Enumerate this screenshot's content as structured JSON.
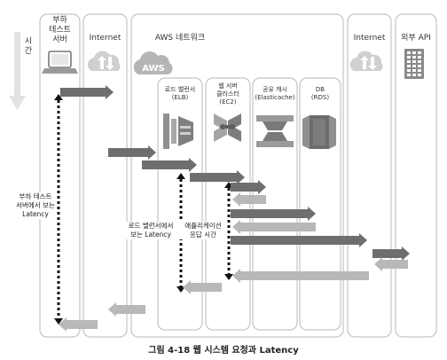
{
  "time_axis_label": "시\n간",
  "columns": [
    {
      "id": "test-server",
      "title": "부하\n테스트\n서버"
    },
    {
      "id": "internet-left",
      "title": "Internet"
    },
    {
      "id": "aws-network",
      "title": "AWS 네트워크",
      "badge": "AWS"
    },
    {
      "id": "internet-right",
      "title": "Internet"
    },
    {
      "id": "external-api",
      "title": "외부 API"
    }
  ],
  "components": [
    {
      "id": "elb",
      "title": "로드 밸런서\n(ELB)"
    },
    {
      "id": "ec2",
      "title": "웹 서버\n클러스터\n(EC2)"
    },
    {
      "id": "elasticache",
      "title": "공유 캐시\n(Elasticache)"
    },
    {
      "id": "rds",
      "title": "DB\n(RDS)"
    }
  ],
  "latency_labels": {
    "test_server": "부하 테스트\n서버에서 보는\nLatency",
    "load_balancer": "로드 밸런서에서\n보는 Latency",
    "application": "애플리케이션\n응답 시간"
  },
  "caption": "그림 4-18  웹 시스템 요청과 Latency",
  "colors": {
    "request_arrow": "#6e6e6e",
    "response_arrow": "#b8b8b8",
    "column_border": "#c4c4c4",
    "time_axis": "#e0e0e0"
  }
}
